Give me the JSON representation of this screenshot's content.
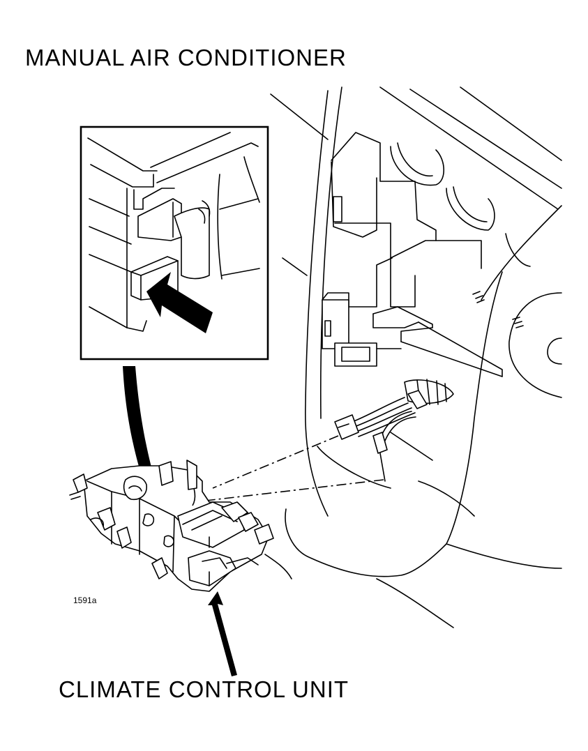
{
  "title": "MANUAL AIR CONDITIONER",
  "callout": "CLIMATE CONTROL UNIT",
  "figure_number": "1591a",
  "icons": {
    "inset": "release-tab-detail-icon",
    "pointer": "arrow-icon"
  }
}
